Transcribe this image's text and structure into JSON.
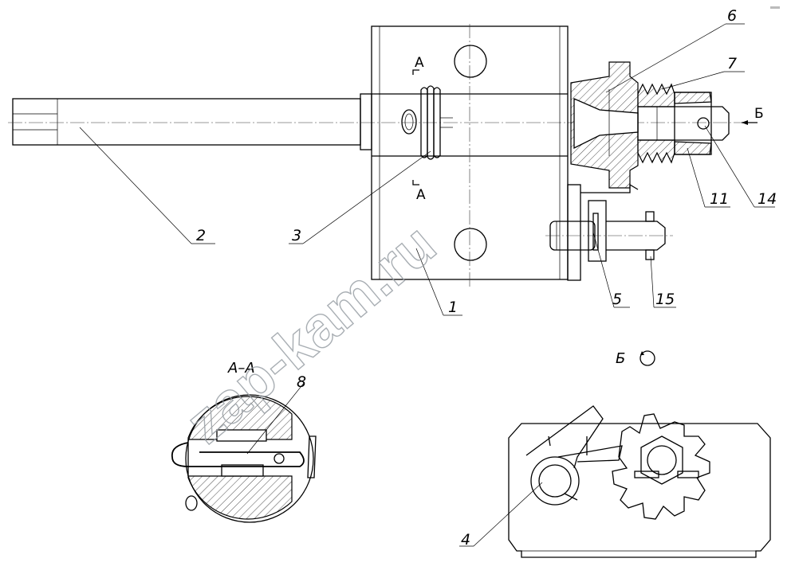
{
  "callouts": {
    "c1": "1",
    "c2": "2",
    "c3": "3",
    "c4": "4",
    "c5": "5",
    "c6": "6",
    "c7": "7",
    "c8": "8",
    "c11": "11",
    "c14": "14",
    "c15": "15"
  },
  "section_marks": {
    "a_top": "A",
    "a_bottom": "A",
    "b_arrow": "Б",
    "section_aa": "А–А",
    "view_b": "Б"
  },
  "watermark": "zap-kam.ru"
}
